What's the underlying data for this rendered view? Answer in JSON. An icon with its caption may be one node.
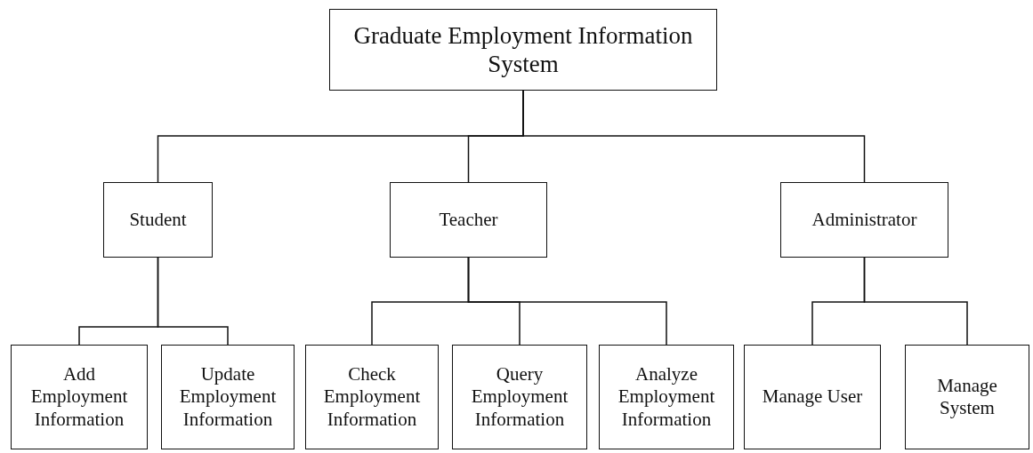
{
  "diagram": {
    "nodes": [
      {
        "text": [
          "Graduate Employment Information System"
        ]
      },
      {
        "text": [
          "Student"
        ]
      },
      {
        "text": [
          "Teacher"
        ]
      },
      {
        "text": [
          "Administrator"
        ]
      },
      {
        "text": [
          "Add Employment Information"
        ]
      },
      {
        "text": [
          "Update Employment Information"
        ]
      },
      {
        "text": [
          "Check Employment Information"
        ]
      },
      {
        "text": [
          "Query Employment Information"
        ]
      },
      {
        "text": [
          "Analyze Employment Information"
        ]
      },
      {
        "text": [
          "Manage User"
        ]
      },
      {
        "text": [
          "Manage System"
        ]
      }
    ],
    "edges": [
      {
        "from": 0,
        "to": 1,
        "arrow": "none"
      },
      {
        "from": 0,
        "to": 2,
        "arrow": "none"
      },
      {
        "from": 0,
        "to": 3,
        "arrow": "none"
      },
      {
        "from": 1,
        "to": 4,
        "arrow": "none"
      },
      {
        "from": 1,
        "to": 5,
        "arrow": "none"
      },
      {
        "from": 2,
        "to": 6,
        "arrow": "none"
      },
      {
        "from": 2,
        "to": 7,
        "arrow": "none"
      },
      {
        "from": 2,
        "to": 8,
        "arrow": "none"
      },
      {
        "from": 3,
        "to": 9,
        "arrow": "none"
      },
      {
        "from": 3,
        "to": 10,
        "arrow": "none"
      }
    ]
  }
}
